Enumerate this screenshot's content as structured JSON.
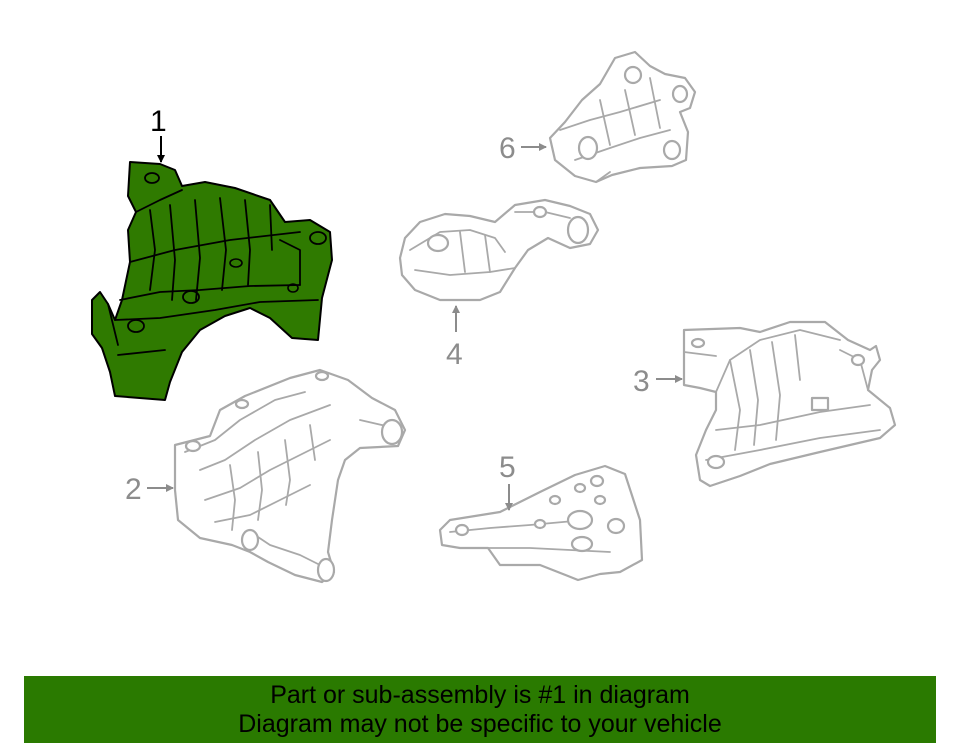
{
  "colors": {
    "highlight": "#2f7a00",
    "callout_highlight": "#000000",
    "callout_other": "#8c8c8c",
    "outline": "#a9a9a9",
    "banner_bg": "#2a7a00",
    "banner_text": "#000000"
  },
  "diagram": {
    "highlighted_part": "1",
    "callouts": [
      {
        "label": "1"
      },
      {
        "label": "2"
      },
      {
        "label": "3"
      },
      {
        "label": "4"
      },
      {
        "label": "5"
      },
      {
        "label": "6"
      }
    ]
  },
  "banner": {
    "line1": "Part or sub-assembly is #1 in diagram",
    "line2": "Diagram may not be specific to your vehicle"
  }
}
